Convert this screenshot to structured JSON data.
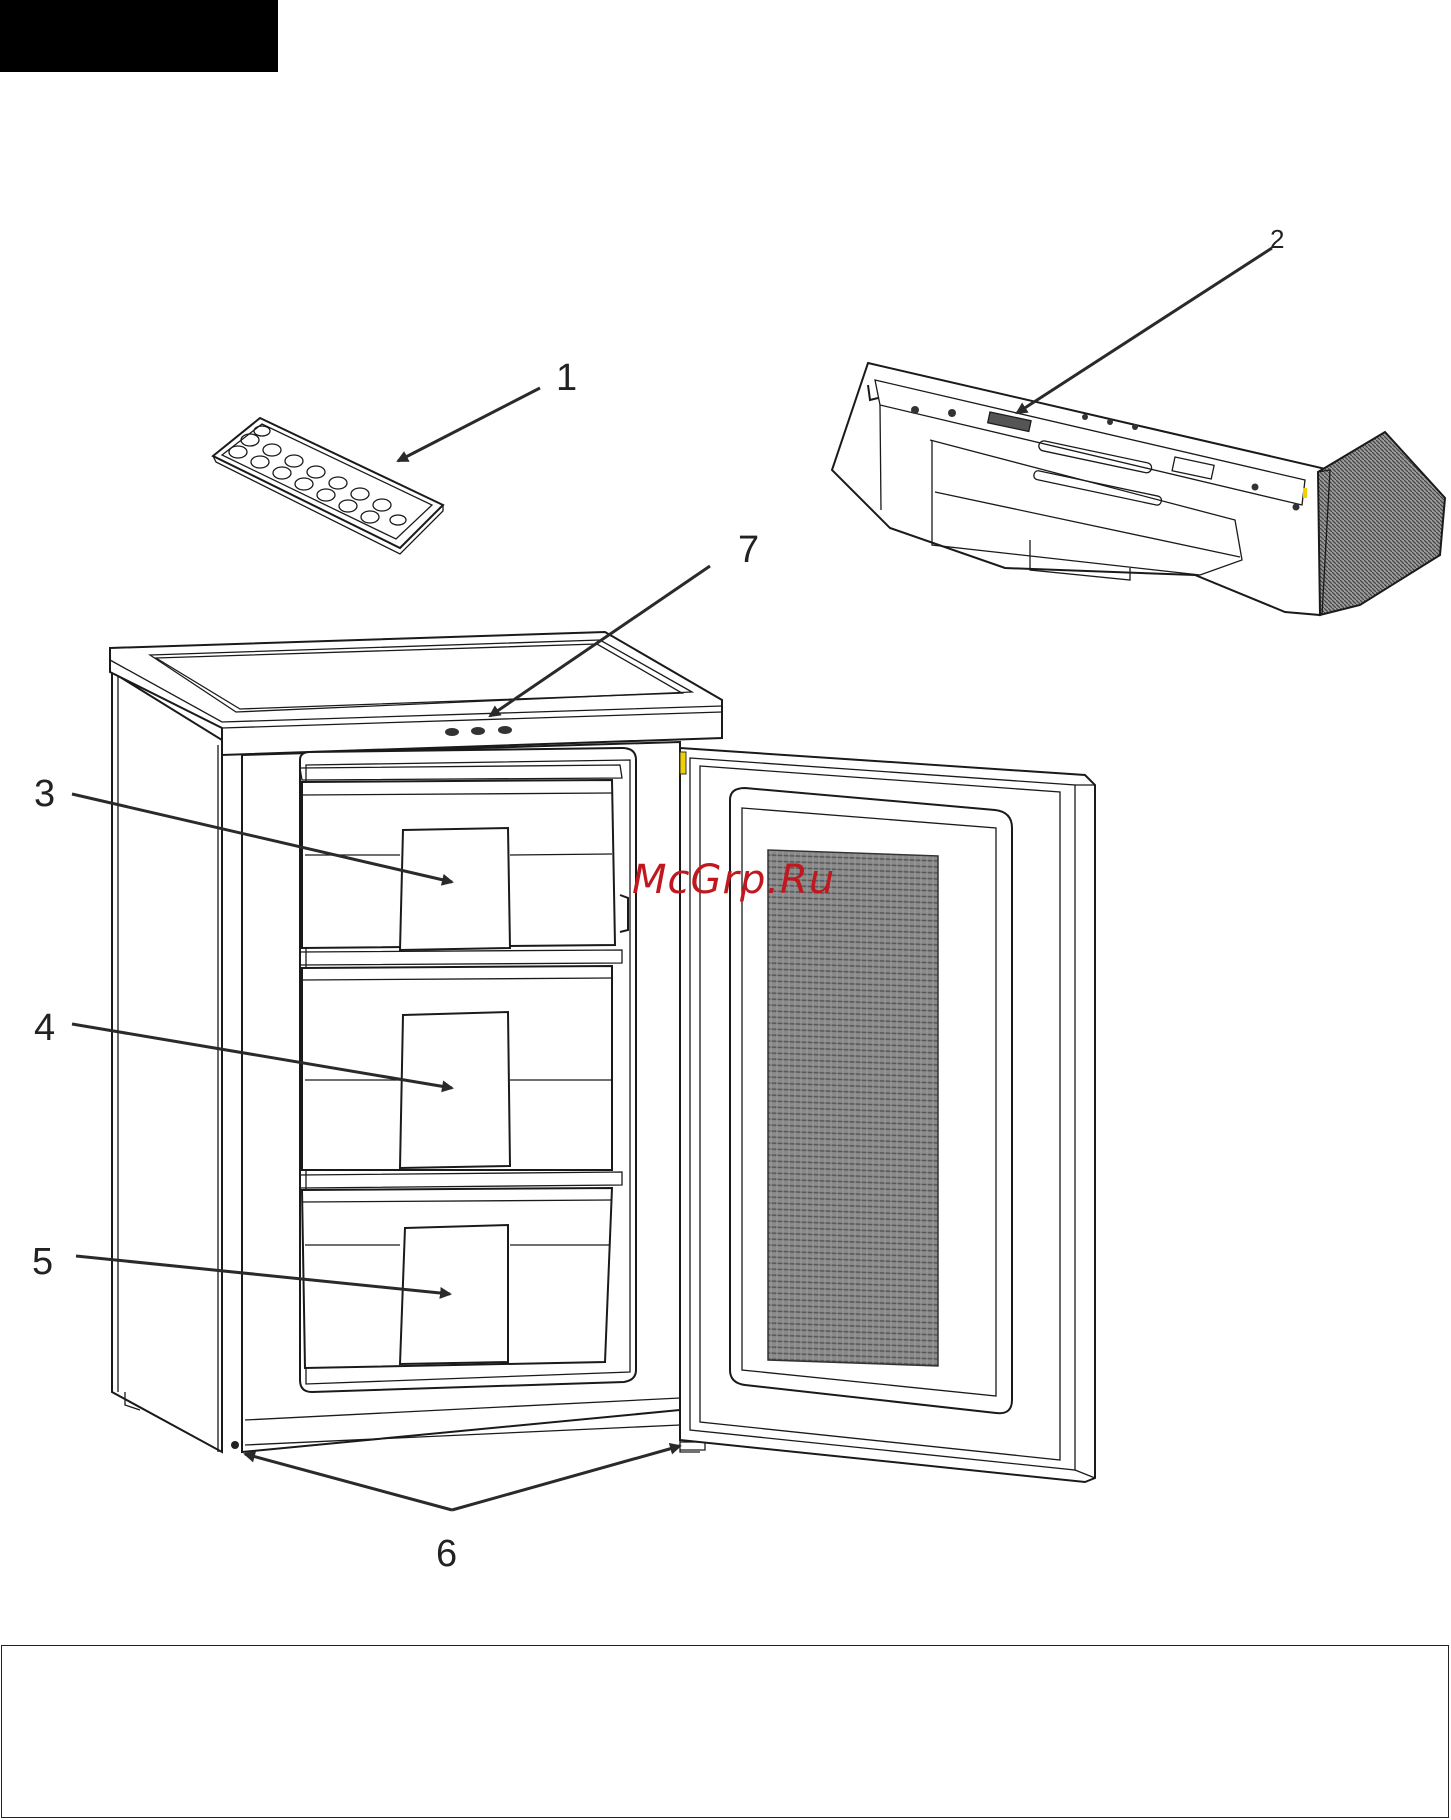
{
  "callouts": {
    "c1": "1",
    "c2": "2",
    "c3": "3",
    "c4": "4",
    "c5": "5",
    "c6": "6",
    "c7": "7"
  },
  "watermark": "McGrp.Ru",
  "colors": {
    "watermark": "#c0181e",
    "line": "#1a1a1a",
    "header_block": "#000000"
  }
}
